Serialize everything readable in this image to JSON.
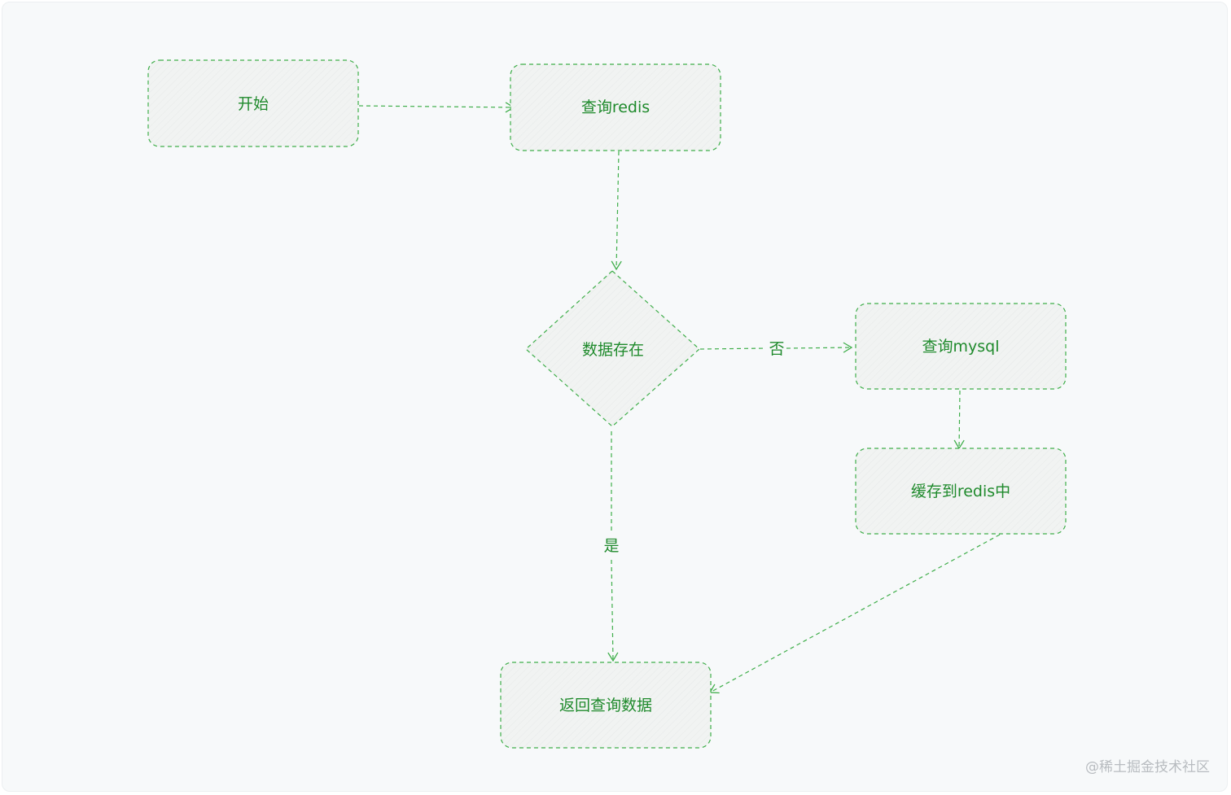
{
  "nodes": {
    "start": "开始",
    "query_redis": "查询redis",
    "data_exists": "数据存在",
    "query_mysql": "查询mysql",
    "cache_to_redis": "缓存到redis中",
    "return_data": "返回查询数据"
  },
  "edges": {
    "no_label": "否",
    "yes_label": "是"
  },
  "colors": {
    "stroke": "#3fae4a",
    "text": "#1f8a2c",
    "node_fill": "#f0f3f2",
    "background": "#f7f9fa"
  },
  "watermark": "@稀土掘金技术社区"
}
